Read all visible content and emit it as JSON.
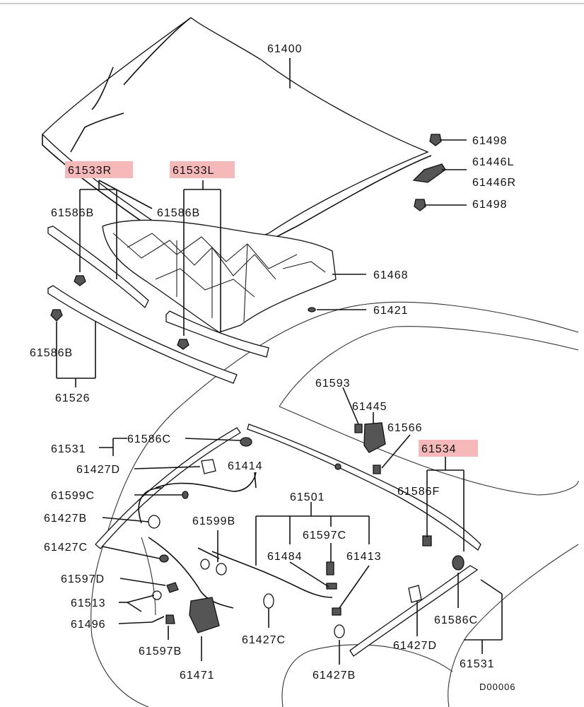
{
  "diagram": {
    "labels": {
      "hood": "61400",
      "hood_hinge_bolt_top": "61498",
      "hood_hinge_l": "61446L",
      "hood_hinge_r": "61446R",
      "hood_hinge_bolt_bottom": "61498",
      "weatherstrip_r": "61533R",
      "weatherstrip_l": "61533L",
      "clip_r": "61586B",
      "clip_l": "61586B",
      "clip_left_lower": "61586B",
      "insulator": "61468",
      "insulator_clip": "61421",
      "front_seal": "61526",
      "bracket_lock": "61593",
      "striker": "61445",
      "striker_bolt": "61566",
      "seal_front": "61534",
      "clip_f": "61586F",
      "seal_side": "61531",
      "clip_c_top": "61586C",
      "bumper_d_top": "61427D",
      "cable_upper": "61414",
      "clip_599c": "61599C",
      "bumper_b_left": "61427B",
      "bumper_c_left": "61427C",
      "bolt_597d": "61597D",
      "release_set": "61513",
      "bolt_496": "61496",
      "bolt_597b": "61597B",
      "latch": "61471",
      "clip_599b": "61599B",
      "release_cable": "61501",
      "bolt_597c": "61597C",
      "handle": "61484",
      "prop_rod": "61413",
      "bumper_c_mid": "61427C",
      "bumper_b_mid": "61427B",
      "bumper_d_right": "61427D",
      "clip_c_right": "61586C",
      "seal_side_right": "61531",
      "drawing_code": "D00006"
    },
    "highlight_color": "#f6b9b9"
  }
}
